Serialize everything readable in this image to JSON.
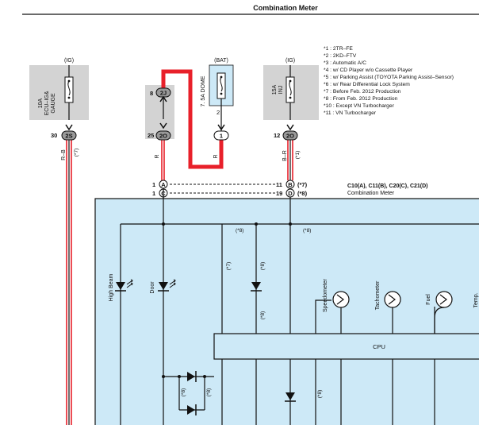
{
  "title": "Combination Meter",
  "notes": [
    "*1 : 2TR–FE",
    "*2 : 2KD–FTV",
    "*3 : Automatic A/C",
    "*4 : w/ CD Player w/o Cassette Player",
    "*5 : w/ Parking Assist (TOYOTA Parking Assist–Sensor)",
    "*6 : w/ Rear Differential Lock System",
    "*7 : Before Feb.  2012 Production",
    "*8 : From Feb.  2012 Production",
    "*10 : Except VN Turbocharger",
    "*11 : VN Turbocharger"
  ],
  "fuses": {
    "ecu_ig_gauge": {
      "supply": "(IG)",
      "label_lines": [
        "10A",
        "ECU–IG&",
        "GAUGE"
      ]
    },
    "dome": {
      "supply": "(BAT)",
      "label": "7. 5A DOME"
    },
    "inj": {
      "supply": "(IG)",
      "label_lines": [
        "15A",
        "INJ"
      ]
    }
  },
  "pins": {
    "fuse1_out": {
      "num": "30",
      "code": "2S"
    },
    "j_top": {
      "num": "8",
      "code": "2J"
    },
    "j_bottom": {
      "num": "25",
      "code": "2O"
    },
    "dome_in": {
      "num": "2"
    },
    "dome_out": {
      "code": "1"
    },
    "inj_out": {
      "num": "12",
      "code": "2O"
    },
    "meter_a": {
      "num": "1",
      "code": "A"
    },
    "meter_c": {
      "num": "1",
      "code": "C"
    },
    "meter_b": {
      "num": "11",
      "code": "B"
    },
    "meter_d": {
      "num": "19",
      "code": "D"
    }
  },
  "wires": {
    "rb_left": "R–B",
    "rb_left_note": "(*7)",
    "r_left": "R",
    "r_right": "R",
    "br_right": "B–R",
    "br_right_note": "(*1)"
  },
  "connector_notes": {
    "b": "(*7)",
    "d": "(*8)"
  },
  "meter": {
    "connectors": "C10(A), C11(B), C20(C), C21(D)",
    "name": "Combination Meter"
  },
  "components": {
    "high_beam": "High Beam",
    "door": "Door",
    "speedometer": "Speedometer",
    "tachometer": "Tachometer",
    "fuel": "Fuel",
    "temp": "Temp.",
    "cpu": "CPU"
  },
  "inner_notes": {
    "n1": "(*8)",
    "n2": "(*8)",
    "n3": "(*7)",
    "n4": "(*8)",
    "n5": "(*8)",
    "n6": "(*8)",
    "n7": "(*8)",
    "n8": "(*8)"
  },
  "colors": {
    "meter_fill": "#cde9f7",
    "fuse_box": "#d3d3d3",
    "wire_red": "#e8202a",
    "wire_black": "#111111"
  }
}
